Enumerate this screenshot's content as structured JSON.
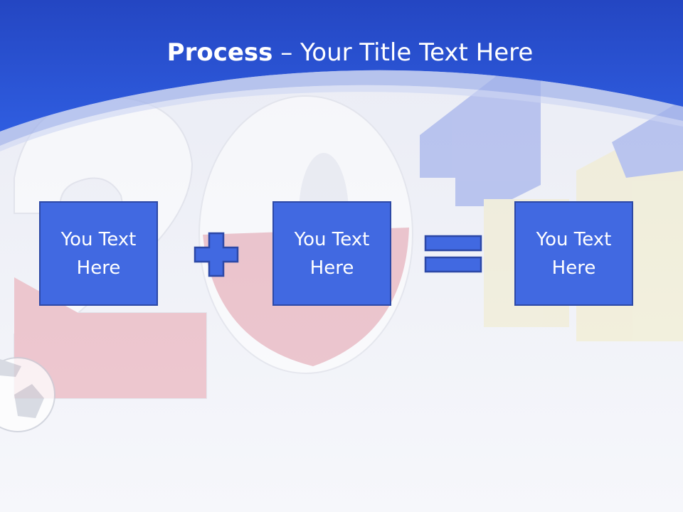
{
  "title": {
    "bold_part": "Process",
    "separator": " – ",
    "regular_part": "Your Title Text Here"
  },
  "boxes": [
    {
      "line1": "You Text",
      "line2": "Here"
    },
    {
      "line1": "You Text",
      "line2": "Here"
    },
    {
      "line1": "You Text",
      "line2": "Here"
    }
  ],
  "colors": {
    "header_blue": "#2a56d6",
    "box_fill": "#4169e1",
    "box_border": "#2c48a6",
    "text": "#ffffff"
  },
  "icons": {
    "operator_1": "plus-icon",
    "operator_2": "equals-icon"
  }
}
